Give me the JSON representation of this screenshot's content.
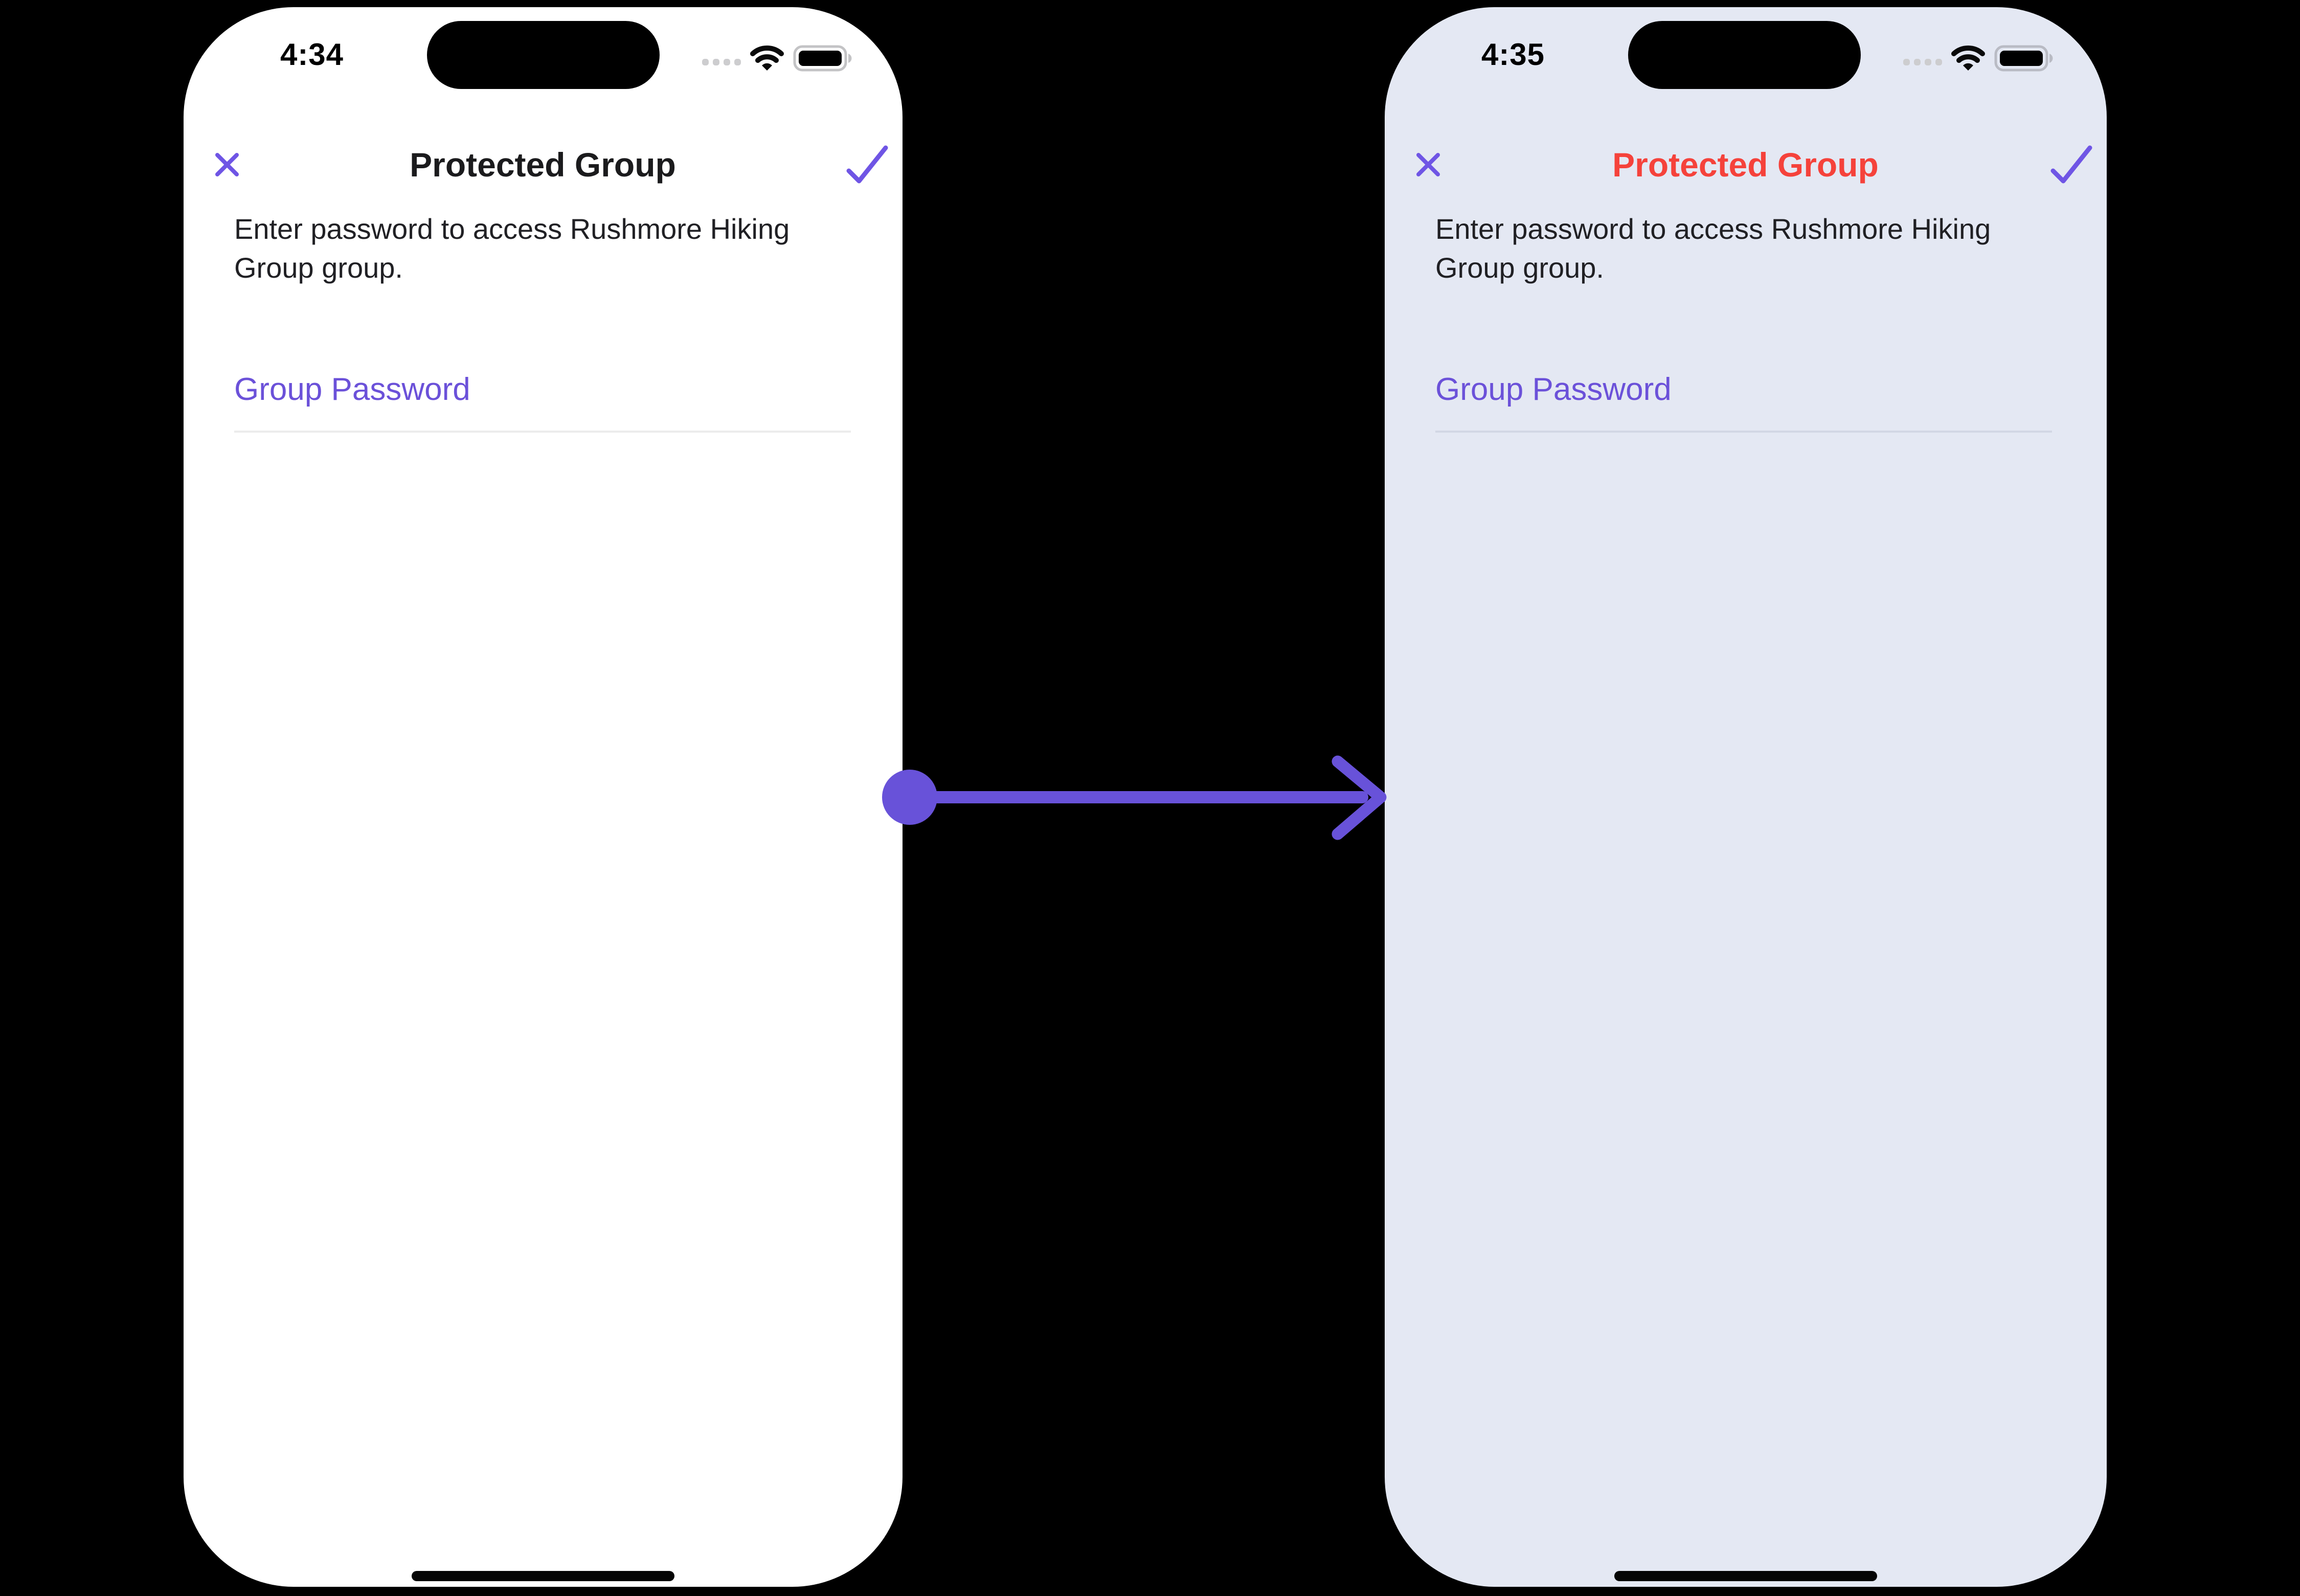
{
  "figure": {
    "kind": "before-after phone mockup comparison",
    "background_color": "#000000"
  },
  "screens": [
    {
      "state": "before",
      "status_bar": {
        "time": "4:34",
        "signal_icon": "cellular-no-signal-dots",
        "wifi_icon": "wifi-full",
        "battery_icon": "battery-full"
      },
      "nav": {
        "close_icon": "x-icon",
        "title": "Protected Group",
        "confirm_icon": "checkmark-icon"
      },
      "description": "Enter password to access Rushmore Hiking Group group.",
      "password_field": {
        "label": "Group Password",
        "value": ""
      },
      "theme": {
        "screen_background": "#FFFFFF",
        "title_color": "#1B1B1D",
        "underline_color": "#ECECEC"
      }
    },
    {
      "state": "after",
      "status_bar": {
        "time": "4:35",
        "signal_icon": "cellular-no-signal-dots",
        "wifi_icon": "wifi-full",
        "battery_icon": "battery-full"
      },
      "nav": {
        "close_icon": "x-icon",
        "title": "Protected Group",
        "confirm_icon": "checkmark-icon"
      },
      "description": "Enter password to access Rushmore Hiking Group group.",
      "password_field": {
        "label": "Group Password",
        "value": ""
      },
      "theme": {
        "screen_background": "#E4E8F3",
        "title_color": "#F5423B",
        "underline_color": "#D2D7E4"
      }
    }
  ],
  "transition_arrow": {
    "direction": "left-to-right",
    "color": "#6852D9"
  },
  "colors": {
    "accent_purple": "#6F55E5",
    "label_purple": "#6B51D9",
    "arrow_purple": "#6852D9",
    "error_red": "#F5423B",
    "canvas_black": "#000000"
  }
}
